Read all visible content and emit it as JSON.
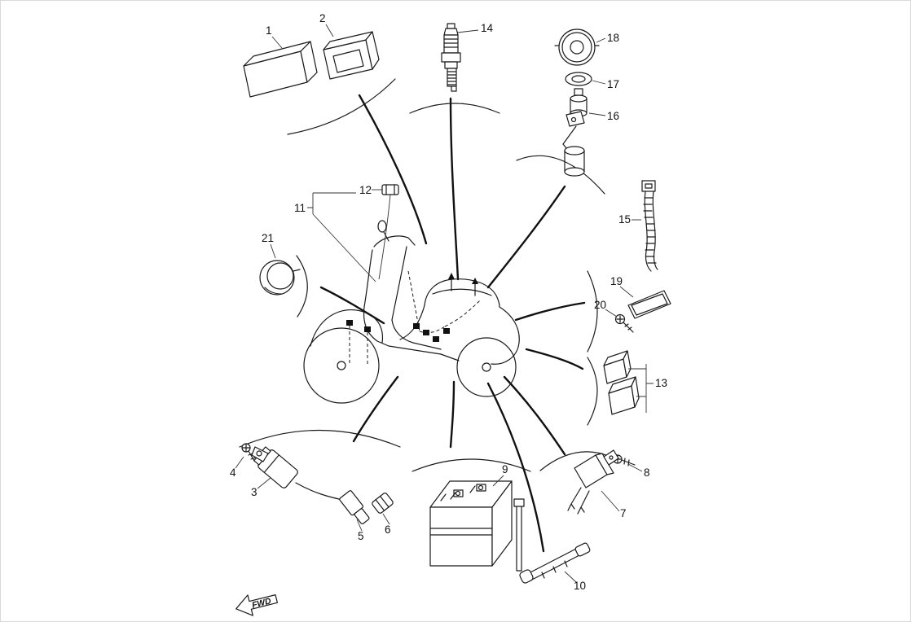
{
  "diagram": {
    "fwd_label": "FWD",
    "colors": {
      "ink": "#1a1a1a",
      "background": "#ffffff"
    },
    "parts": [
      {
        "label": "1"
      },
      {
        "label": "2"
      },
      {
        "label": "3"
      },
      {
        "label": "4"
      },
      {
        "label": "5"
      },
      {
        "label": "6"
      },
      {
        "label": "7"
      },
      {
        "label": "8"
      },
      {
        "label": "9"
      },
      {
        "label": "10"
      },
      {
        "label": "11"
      },
      {
        "label": "12"
      },
      {
        "label": "13"
      },
      {
        "label": "14"
      },
      {
        "label": "15"
      },
      {
        "label": "16"
      },
      {
        "label": "17"
      },
      {
        "label": "18"
      },
      {
        "label": "19"
      },
      {
        "label": "20"
      },
      {
        "label": "21"
      }
    ]
  }
}
